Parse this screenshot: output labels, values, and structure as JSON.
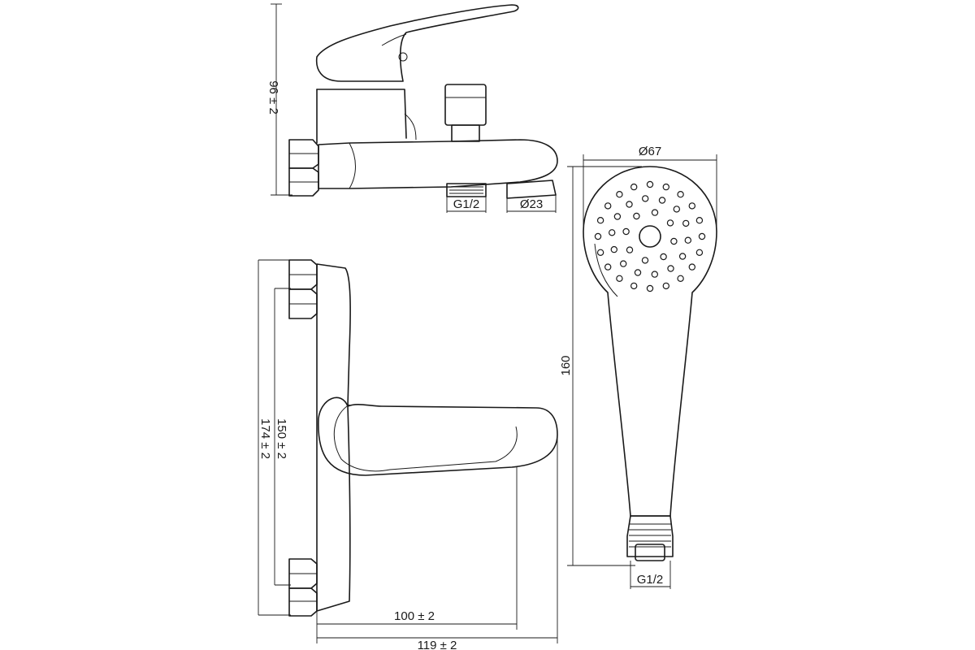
{
  "side_view": {
    "height_label": "96 ± 2",
    "inlet_thread_label": "G1/2",
    "spout_diameter_label": "Ø23"
  },
  "front_view": {
    "inner_height_label": "150 ± 2",
    "outer_height_label": "174 ± 2",
    "lever_depth_label": "100 ± 2",
    "total_depth_label": "119 ± 2"
  },
  "hand_shower": {
    "head_diameter_label": "Ø67",
    "length_label": "160",
    "thread_label": "G1/2"
  },
  "colors": {
    "line": "#1a1a1a",
    "background": "#ffffff"
  }
}
